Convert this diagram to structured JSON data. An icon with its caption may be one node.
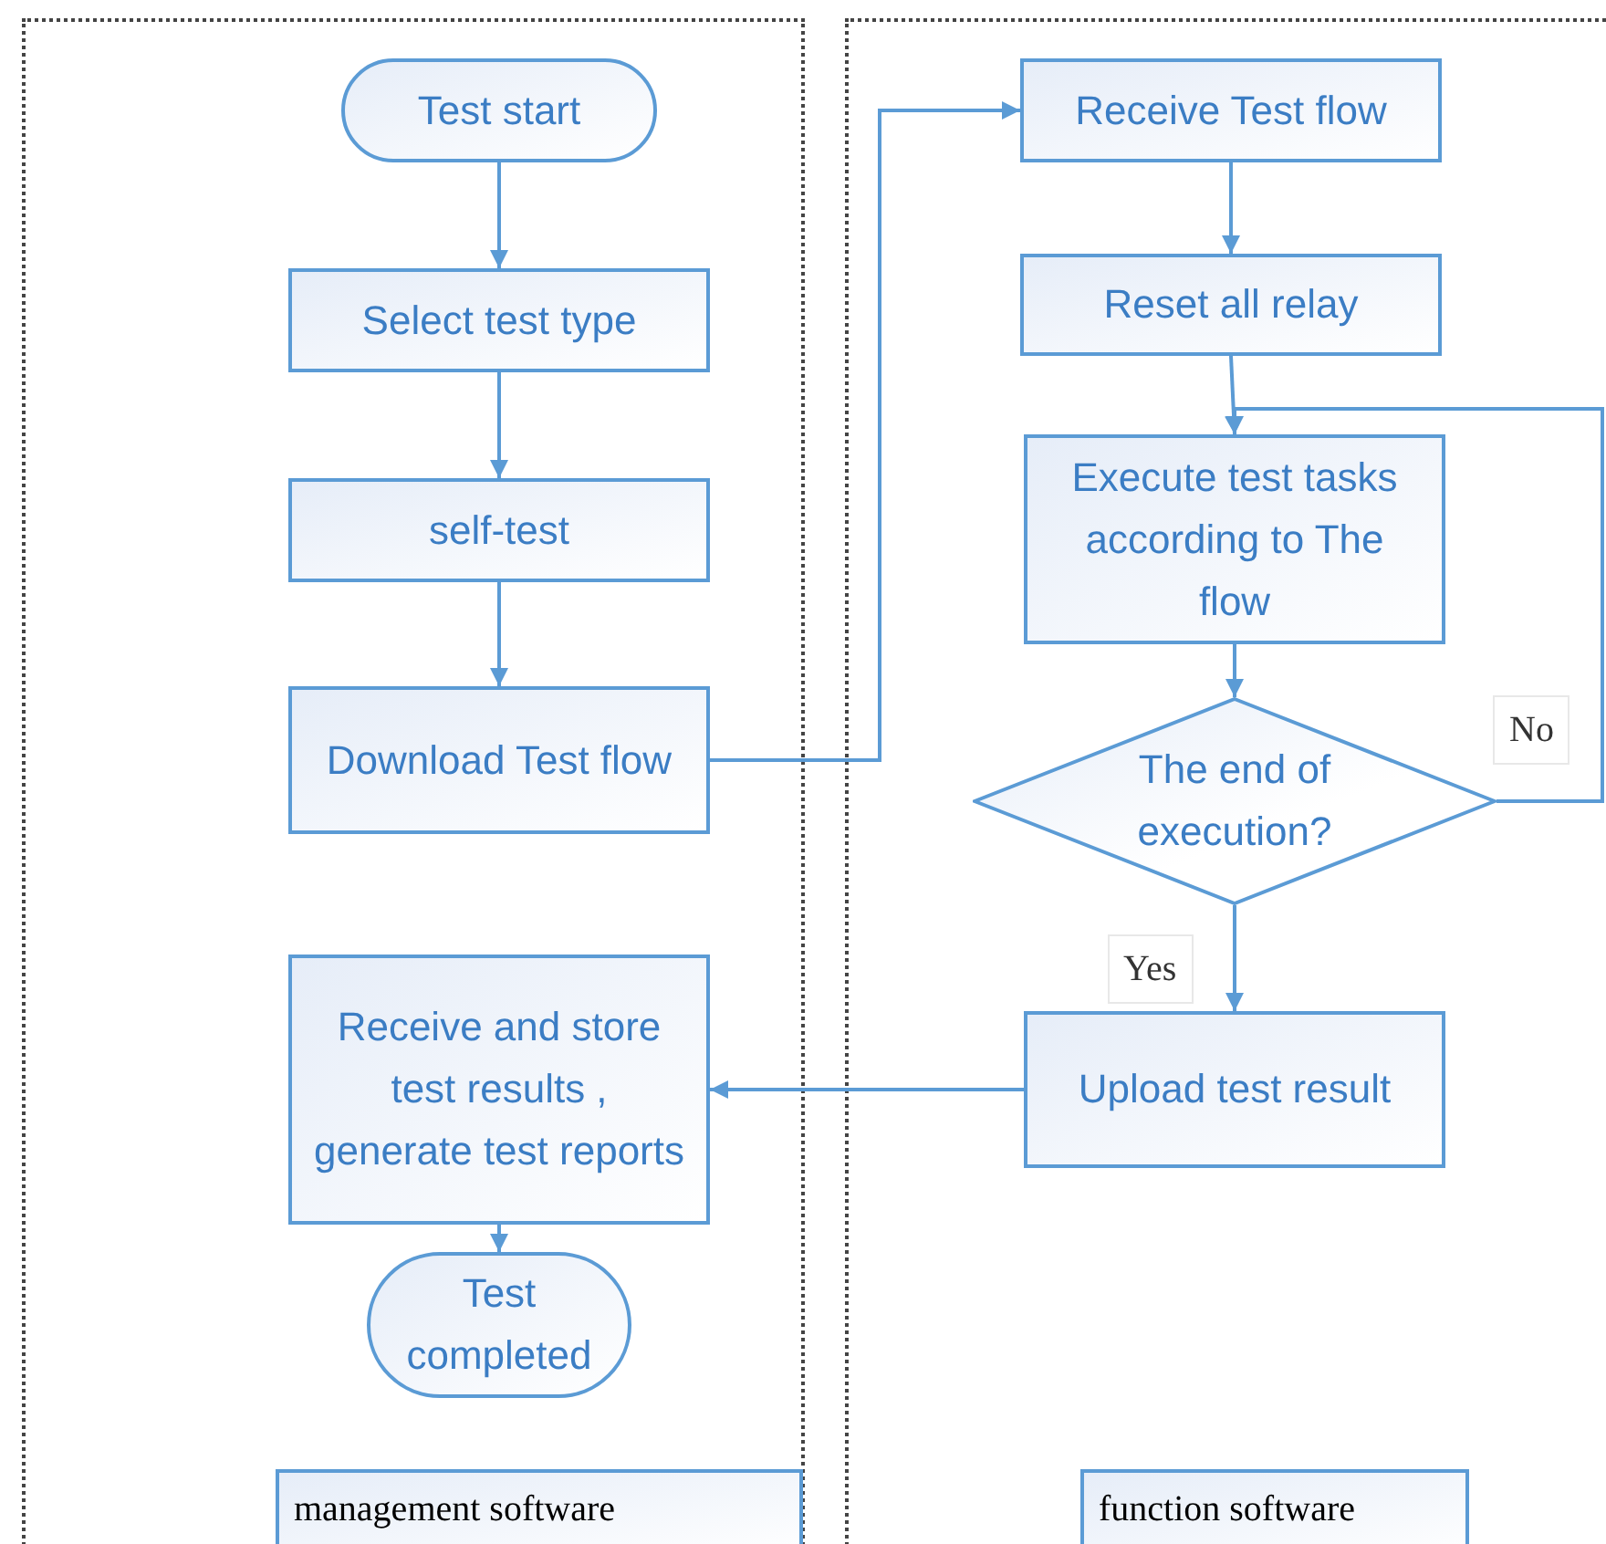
{
  "diagram": {
    "nodes": [
      {
        "text": [
          "Test start"
        ]
      },
      {
        "text": [
          "Select test type"
        ]
      },
      {
        "text": [
          "self-test"
        ]
      },
      {
        "text": [
          "Download Test flow"
        ]
      },
      {
        "text": [
          "Receive and store test results , generate test reports"
        ]
      },
      {
        "text": [
          "Test completed"
        ]
      },
      {
        "text": [
          "Receive Test flow"
        ]
      },
      {
        "text": [
          "Reset all relay"
        ]
      },
      {
        "text": [
          "Execute test tasks according to The flow"
        ]
      },
      {
        "text": [
          "The end of execution?"
        ]
      },
      {
        "text": [
          "Upload test result"
        ]
      },
      {
        "text": [
          "management software"
        ]
      },
      {
        "text": [
          "function software"
        ]
      }
    ],
    "edges": [
      {
        "from": 0,
        "to": 1,
        "arrow": "to"
      },
      {
        "from": 1,
        "to": 2,
        "arrow": "to"
      },
      {
        "from": 2,
        "to": 3,
        "arrow": "to"
      },
      {
        "from": 3,
        "to": 6,
        "arrow": "to"
      },
      {
        "from": 6,
        "to": 7,
        "arrow": "to"
      },
      {
        "from": 7,
        "to": 8,
        "arrow": "to"
      },
      {
        "from": 8,
        "to": 9,
        "arrow": "to"
      },
      {
        "from": 9,
        "to": 8,
        "arrow": "to",
        "label": "No"
      },
      {
        "from": 9,
        "to": 10,
        "arrow": "to",
        "label": "Yes"
      },
      {
        "from": 10,
        "to": 4,
        "arrow": "to"
      },
      {
        "from": 4,
        "to": 5,
        "arrow": "to"
      }
    ]
  }
}
